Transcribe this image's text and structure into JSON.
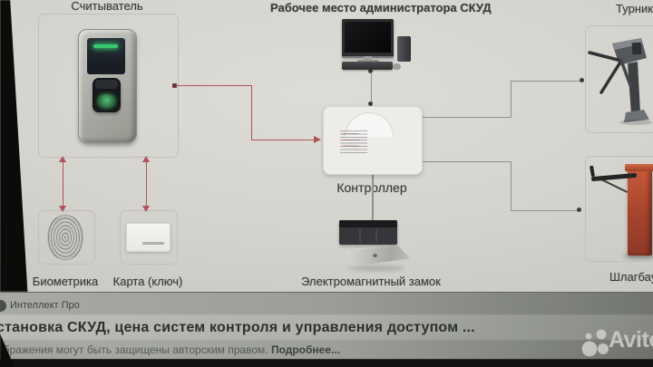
{
  "diagram": {
    "labels": {
      "reader": "Считыватель",
      "workstation": "Рабочее место администратора СКУД",
      "turnstile": "Турникет",
      "controller": "Контроллер",
      "biometrics": "Биометрика",
      "card": "Карта (ключ)",
      "maglock": "Электромагнитный замок",
      "barrier": "Шлагбаум"
    },
    "colors": {
      "red_connector": "#b5525a",
      "gray_connector": "#8f928c",
      "barrier_body": "#b2442a",
      "led_green": "#2ecb6e"
    }
  },
  "footer": {
    "site": "Интеллект Про",
    "title": "становка СКУД, цена систем контроля и управления доступом ...",
    "copyright": "ображения могут быть защищены авторским правом.",
    "more": "Подробнее...",
    "watermark": "Avito"
  }
}
